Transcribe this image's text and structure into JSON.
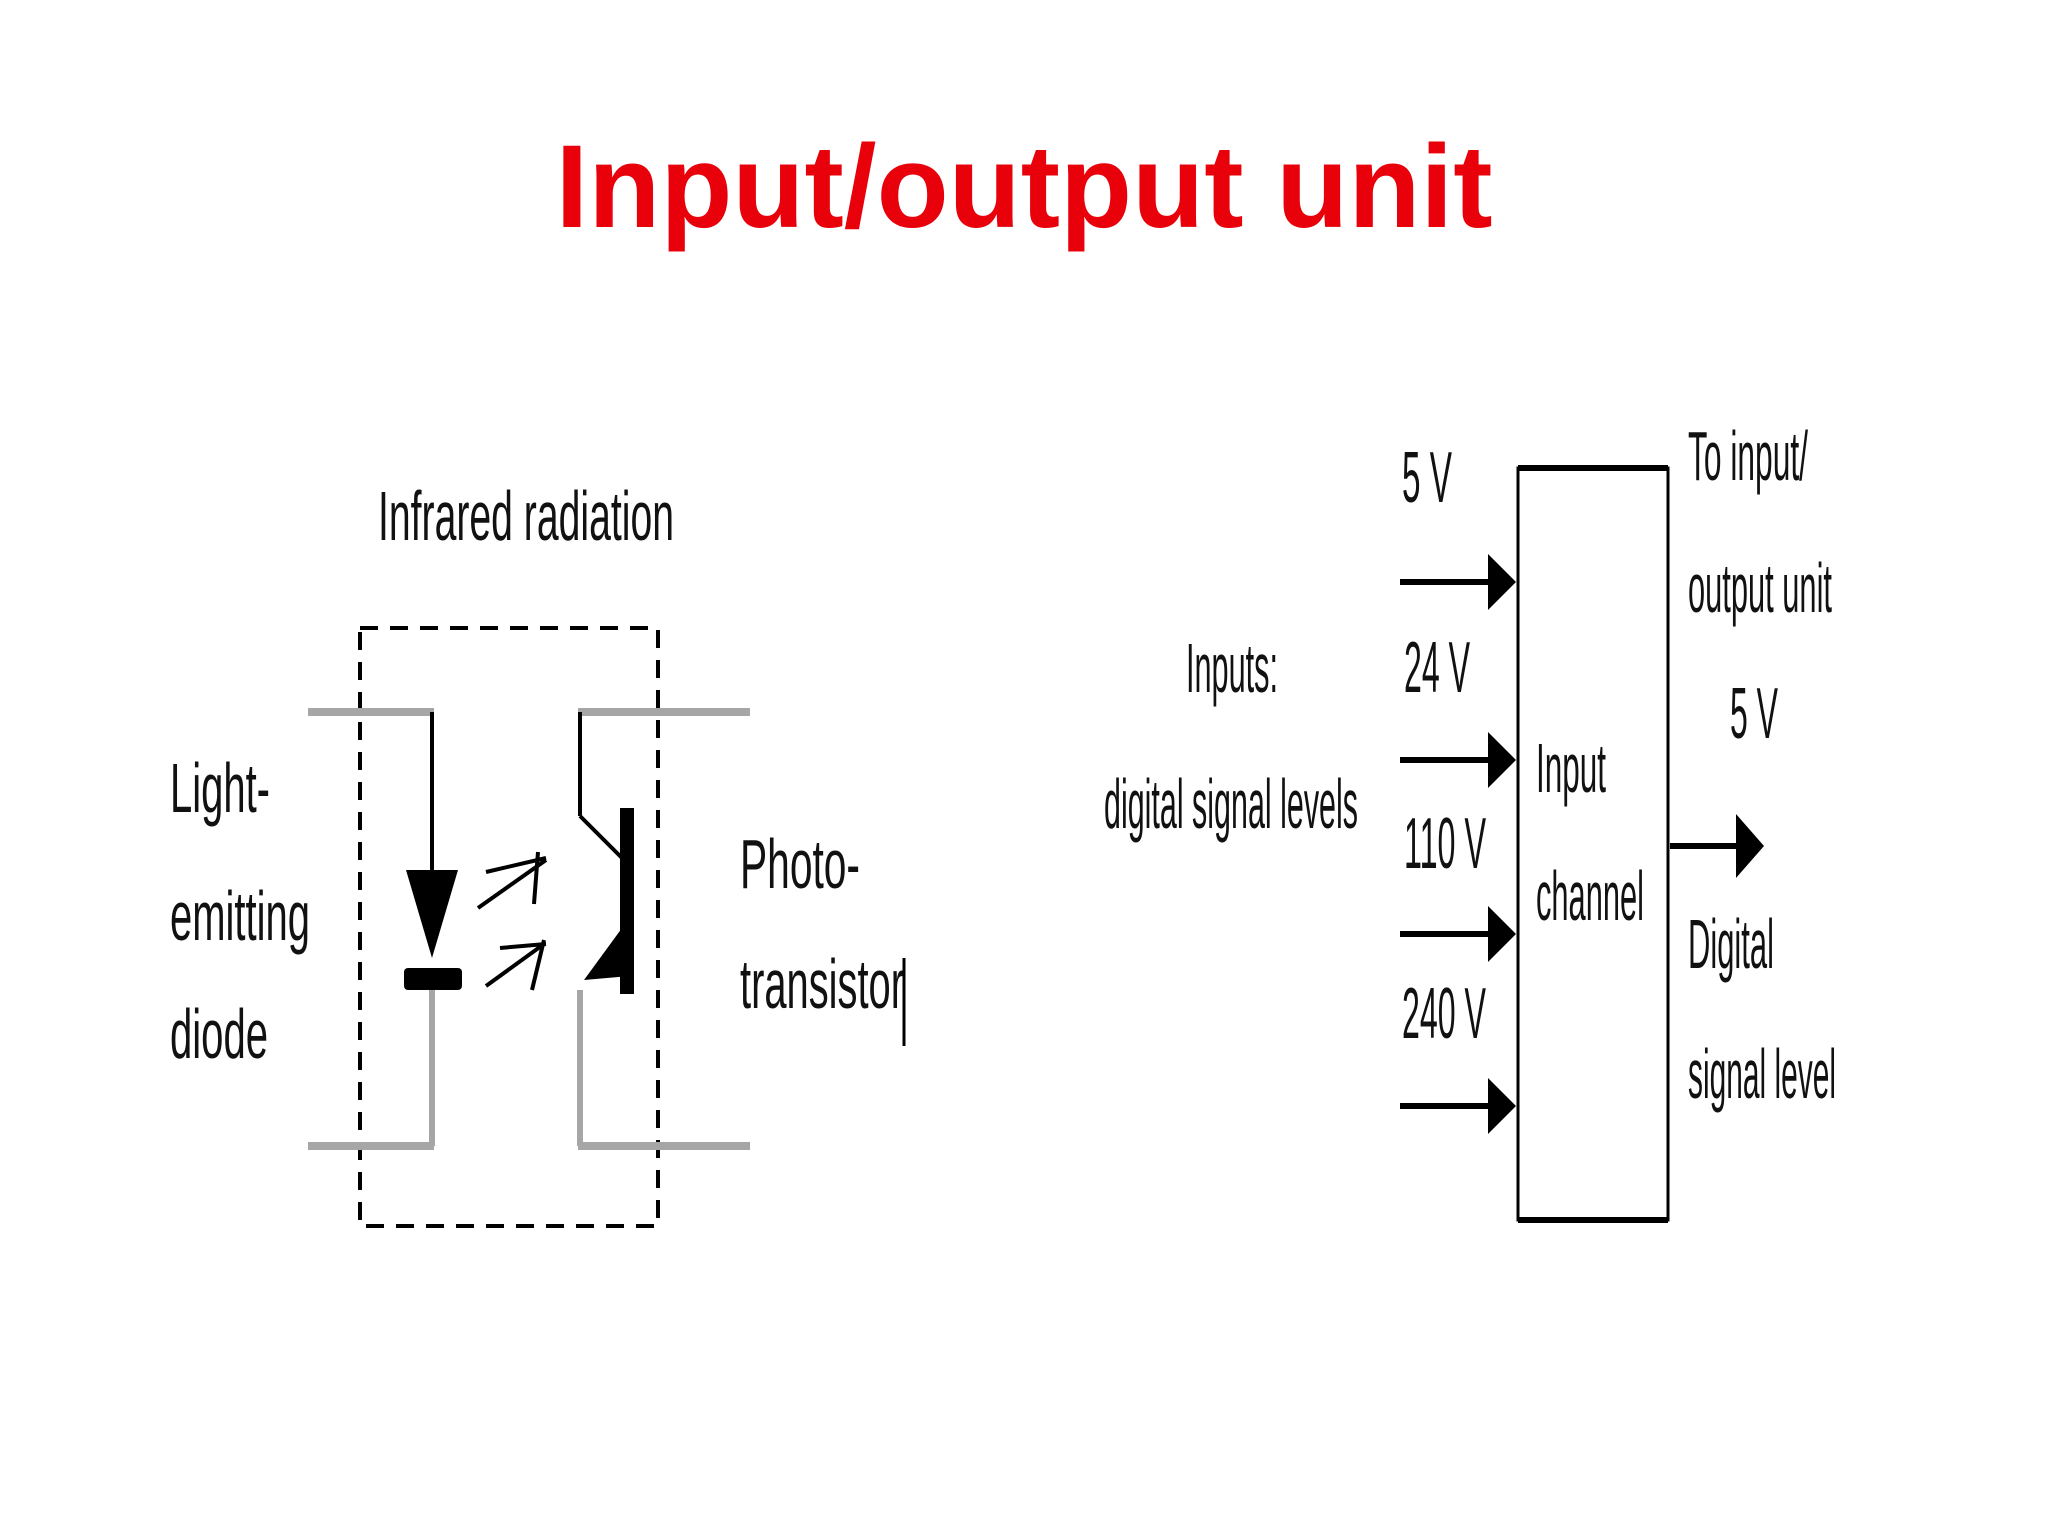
{
  "slide": {
    "title": "Input/output unit"
  },
  "optocoupler": {
    "radiation_label": "Infrared radiation",
    "led_label": [
      "Light-",
      "emitting",
      "diode"
    ],
    "phototransistor_label": [
      "Photo-",
      "transistor"
    ]
  },
  "input_channel": {
    "inputs_label": [
      "Inputs:",
      "digital signal levels"
    ],
    "input_voltages": [
      "5 V",
      "24 V",
      "110 V",
      "240 V"
    ],
    "block_label": [
      "Input",
      "channel"
    ],
    "output_label_top": [
      "To input/",
      "output unit",
      "5 V"
    ],
    "output_label_bottom": [
      "Digital",
      "signal level"
    ]
  },
  "colors": {
    "title": "#e8000b",
    "line": "#000000",
    "grey_lead": "#a6a6a6"
  }
}
